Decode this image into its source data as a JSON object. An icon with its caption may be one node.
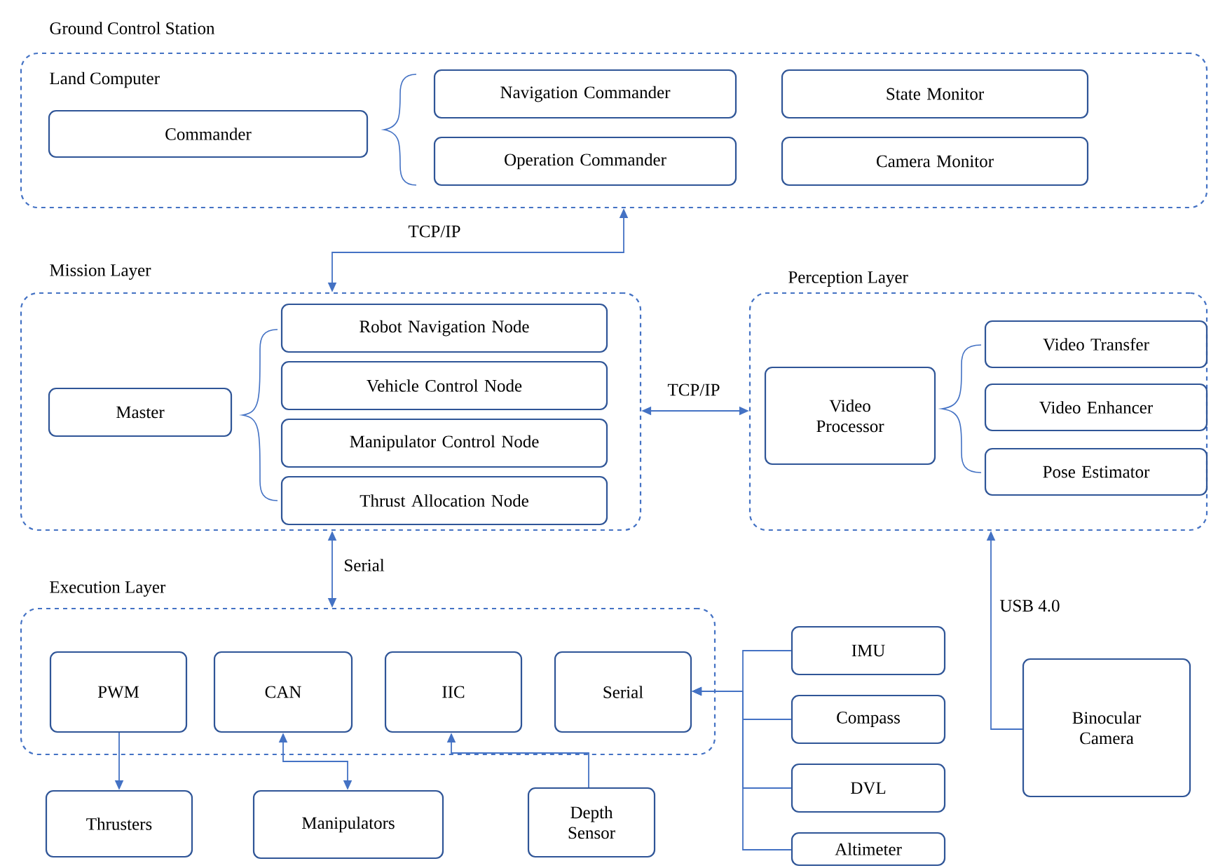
{
  "diagram": {
    "nodes": [
      {
        "text": [
          "Ground Control Station",
          "Land Computer"
        ]
      },
      {
        "text": [
          "Commander"
        ],
        "in": 0
      },
      {
        "text": [
          "Navigation Commander"
        ],
        "in": 0
      },
      {
        "text": [
          "Operation Commander"
        ],
        "in": 0
      },
      {
        "text": [
          "State Monitor"
        ],
        "in": 0
      },
      {
        "text": [
          "Camera Monitor"
        ],
        "in": 0
      },
      {
        "text": [
          "Mission Layer"
        ]
      },
      {
        "text": [
          "Master"
        ],
        "in": 6
      },
      {
        "text": [
          "Robot Navigation Node"
        ],
        "in": 6
      },
      {
        "text": [
          "Vehicle Control Node"
        ],
        "in": 6
      },
      {
        "text": [
          "Manipulator Control Node"
        ],
        "in": 6
      },
      {
        "text": [
          "Thrust Allocation Node"
        ],
        "in": 6
      },
      {
        "text": [
          "Perception Layer"
        ]
      },
      {
        "text": [
          "Video Processor"
        ],
        "in": 12
      },
      {
        "text": [
          "Video Transfer"
        ],
        "in": 12
      },
      {
        "text": [
          "Video Enhancer"
        ],
        "in": 12
      },
      {
        "text": [
          "Pose Estimator"
        ],
        "in": 12
      },
      {
        "text": [
          "Execution Layer"
        ]
      },
      {
        "text": [
          "PWM"
        ],
        "in": 17
      },
      {
        "text": [
          "CAN"
        ],
        "in": 17
      },
      {
        "text": [
          "IIC"
        ],
        "in": 17
      },
      {
        "text": [
          "Serial"
        ],
        "in": 17
      },
      {
        "text": [
          "IMU"
        ]
      },
      {
        "text": [
          "Compass"
        ]
      },
      {
        "text": [
          "DVL"
        ]
      },
      {
        "text": [
          "Altimeter"
        ]
      },
      {
        "text": [
          "Binocular Camera"
        ]
      },
      {
        "text": [
          "Thrusters"
        ]
      },
      {
        "text": [
          "Manipulators"
        ]
      },
      {
        "text": [
          "Depth Sensor"
        ]
      }
    ],
    "edges": [
      {
        "from": 6,
        "to": 0,
        "arrow": "both",
        "label": "TCP/IP"
      },
      {
        "from": 6,
        "to": 12,
        "arrow": "both",
        "label": "TCP/IP"
      },
      {
        "from": 6,
        "to": 17,
        "arrow": "both",
        "label": "Serial"
      },
      {
        "from": 26,
        "to": 12,
        "arrow": "to",
        "label": "USB 4.0"
      },
      {
        "from": 22,
        "to": 21,
        "arrow": "to"
      },
      {
        "from": 23,
        "to": 21,
        "arrow": "to"
      },
      {
        "from": 24,
        "to": 21,
        "arrow": "to"
      },
      {
        "from": 25,
        "to": 21,
        "arrow": "to"
      },
      {
        "from": 18,
        "to": 27,
        "arrow": "to"
      },
      {
        "from": 19,
        "to": 28,
        "arrow": "both"
      },
      {
        "from": 29,
        "to": 20,
        "arrow": "to"
      }
    ]
  }
}
